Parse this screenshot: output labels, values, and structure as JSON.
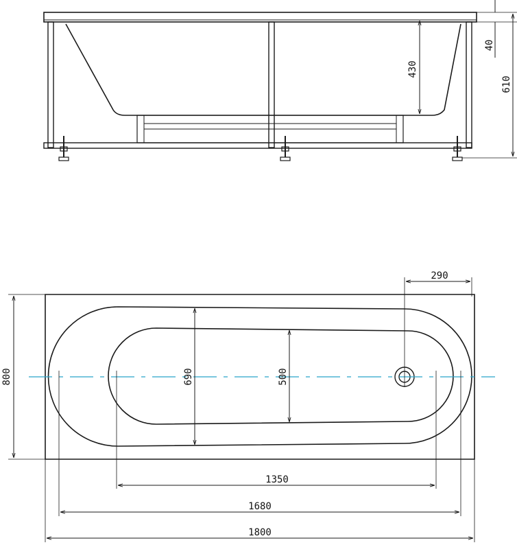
{
  "dimensions": {
    "rim_height": "40",
    "inner_depth": "430",
    "total_height": "610",
    "drain_offset": "290",
    "outer_width": "800",
    "bowl_width": "690",
    "bottom_width": "500",
    "bottom_length": "1350",
    "bowl_length": "1680",
    "outer_length": "1800"
  },
  "colors": {
    "line": "#1a1a1a",
    "centerline": "#29a3c9"
  }
}
